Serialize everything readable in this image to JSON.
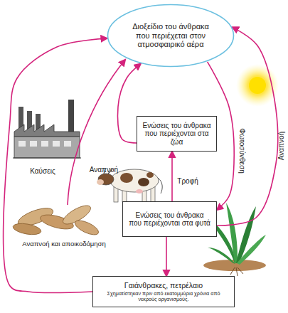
{
  "diagram": {
    "nodes": [
      {
        "text": [
          "Διοξείδιο του άνθρακα που περιέχεται στον ατμοσφαιρικό αέρα"
        ]
      },
      {
        "text": [
          "Ενώσεις του άνθρακα που περιέχονται στα ζώα"
        ]
      },
      {
        "text": [
          "Ενώσεις του άνθρακα που περιέχονται στα φυτά"
        ]
      },
      {
        "text": [
          "Γαιάνθρακες, πετρέλαιο",
          "Σχηματίστηκαν πριν από εκατομμύρια χρόνια από νεκρούς οργανισμούς."
        ]
      }
    ],
    "edges": [
      {
        "from": 0,
        "to": 2,
        "label": "Φωτοσύνθεση",
        "arrow": "to"
      },
      {
        "from": 2,
        "to": 0,
        "label": "Αναπνοή",
        "arrow": "to"
      },
      {
        "from": 1,
        "to": 0,
        "label": "Αναπνοή",
        "arrow": "to"
      },
      {
        "from": 2,
        "to": 1,
        "label": "Τροφή",
        "arrow": "to"
      },
      {
        "from": 2,
        "to": 3,
        "arrow": "to"
      },
      {
        "from": 3,
        "to": 0,
        "arrow": "to"
      }
    ],
    "labels": [
      "Καύσεις",
      "Αναπνοή και αποικοδόμηση"
    ]
  }
}
